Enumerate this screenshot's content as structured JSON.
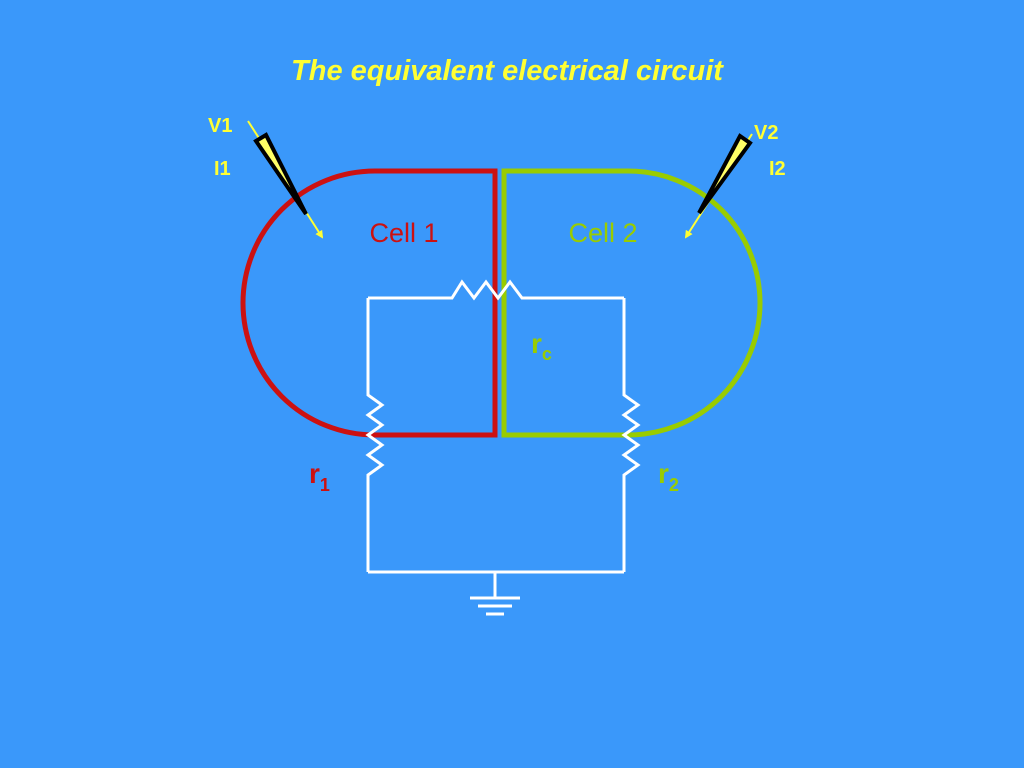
{
  "slide": {
    "title": "The equivalent electrical circuit"
  },
  "colors": {
    "background": "#3a98fa",
    "title": "#ffff33",
    "cell1": "#cc1111",
    "cell2": "#99cc00",
    "wire": "#ffffff",
    "probe_label": "#ffff33",
    "electrode_fill": "#ffff66",
    "electrode_outline": "#000000"
  },
  "probes": {
    "left": {
      "voltage_label": "V1",
      "current_label": "I1"
    },
    "right": {
      "voltage_label": "V2",
      "current_label": "I2"
    }
  },
  "cells": {
    "cell1": {
      "label": "Cell 1"
    },
    "cell2": {
      "label": "Cell 2"
    }
  },
  "resistors": {
    "coupling": {
      "symbol": "r",
      "subscript": "c"
    },
    "r1": {
      "symbol": "r",
      "subscript": "1"
    },
    "r2": {
      "symbol": "r",
      "subscript": "2"
    }
  },
  "icons": {
    "ground": "ground-symbol-icon",
    "electrode": "microelectrode-icon",
    "current_arrow": "arrow-icon"
  }
}
